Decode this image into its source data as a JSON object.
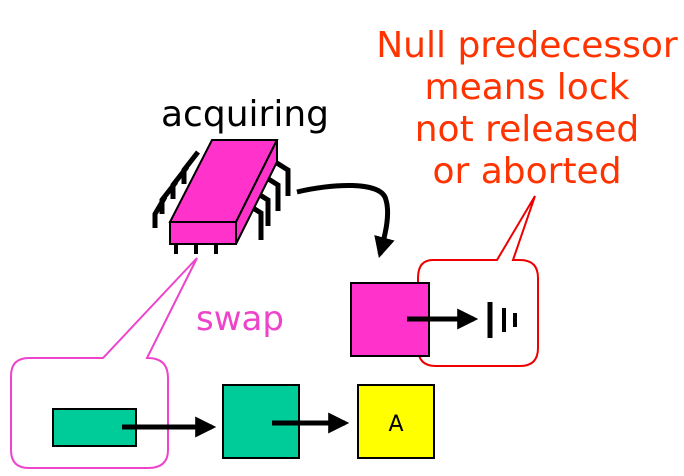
{
  "labels": {
    "acquiring": "acquiring",
    "swap": "swap",
    "callout_lines": [
      "Null predecessor",
      "means lock",
      "not released",
      "or aborted"
    ],
    "node_a": "A"
  },
  "colors": {
    "magenta": "#ff33cc",
    "teal": "#00cc99",
    "yellow": "#ffff00",
    "callout_red": "#ff3300",
    "outline_red": "#ee0000",
    "outline_pink": "#ee44cc",
    "arrow": "#000000"
  },
  "icons": {
    "processor": "chip-icon",
    "null_pointer": "ground-symbol-icon"
  }
}
